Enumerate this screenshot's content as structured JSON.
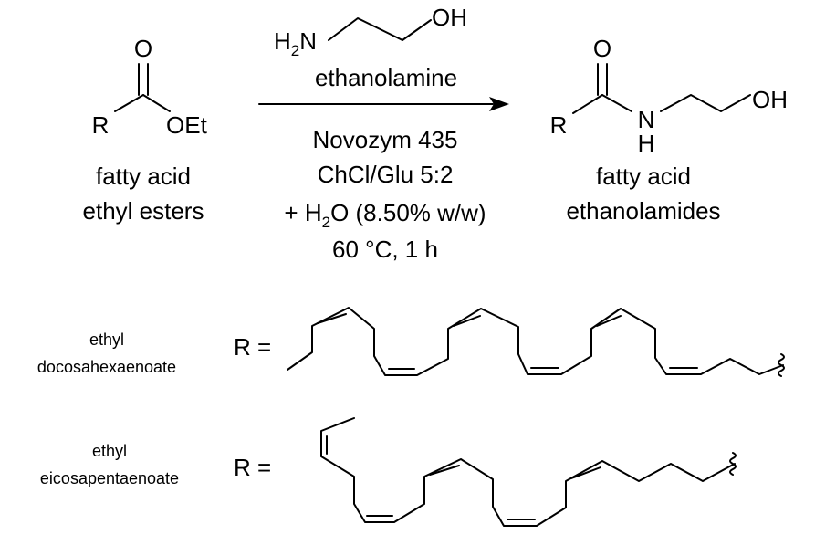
{
  "reagent": {
    "formula_h2n": "H",
    "formula_sub2": "2",
    "formula_n": "N",
    "formula_oh": "OH",
    "name": "ethanolamine"
  },
  "conditions": {
    "enzyme": "Novozym 435",
    "solvent": "ChCl/Glu 5:2",
    "water_prefix": "+ H",
    "water_sub": "2",
    "water_suffix": "O (8.50% w/w)",
    "temp_time": "60 °C, 1 h"
  },
  "starting_material": {
    "r_label": "R",
    "o_label": "O",
    "oet_label": "OEt",
    "name_line1": "fatty acid",
    "name_line2": "ethyl esters"
  },
  "product": {
    "r_label": "R",
    "o_label": "O",
    "n_label": "N",
    "h_label": "H",
    "oh_label": "OH",
    "name_line1": "fatty acid",
    "name_line2": "ethanolamides"
  },
  "r_groups": [
    {
      "name_line1": "ethyl",
      "name_line2": "docosahexaenoate",
      "r_eq": "R ="
    },
    {
      "name_line1": "ethyl",
      "name_line2": "eicosapentaenoate",
      "r_eq": "R ="
    }
  ],
  "colors": {
    "ink": "#000000",
    "background": "#ffffff"
  }
}
